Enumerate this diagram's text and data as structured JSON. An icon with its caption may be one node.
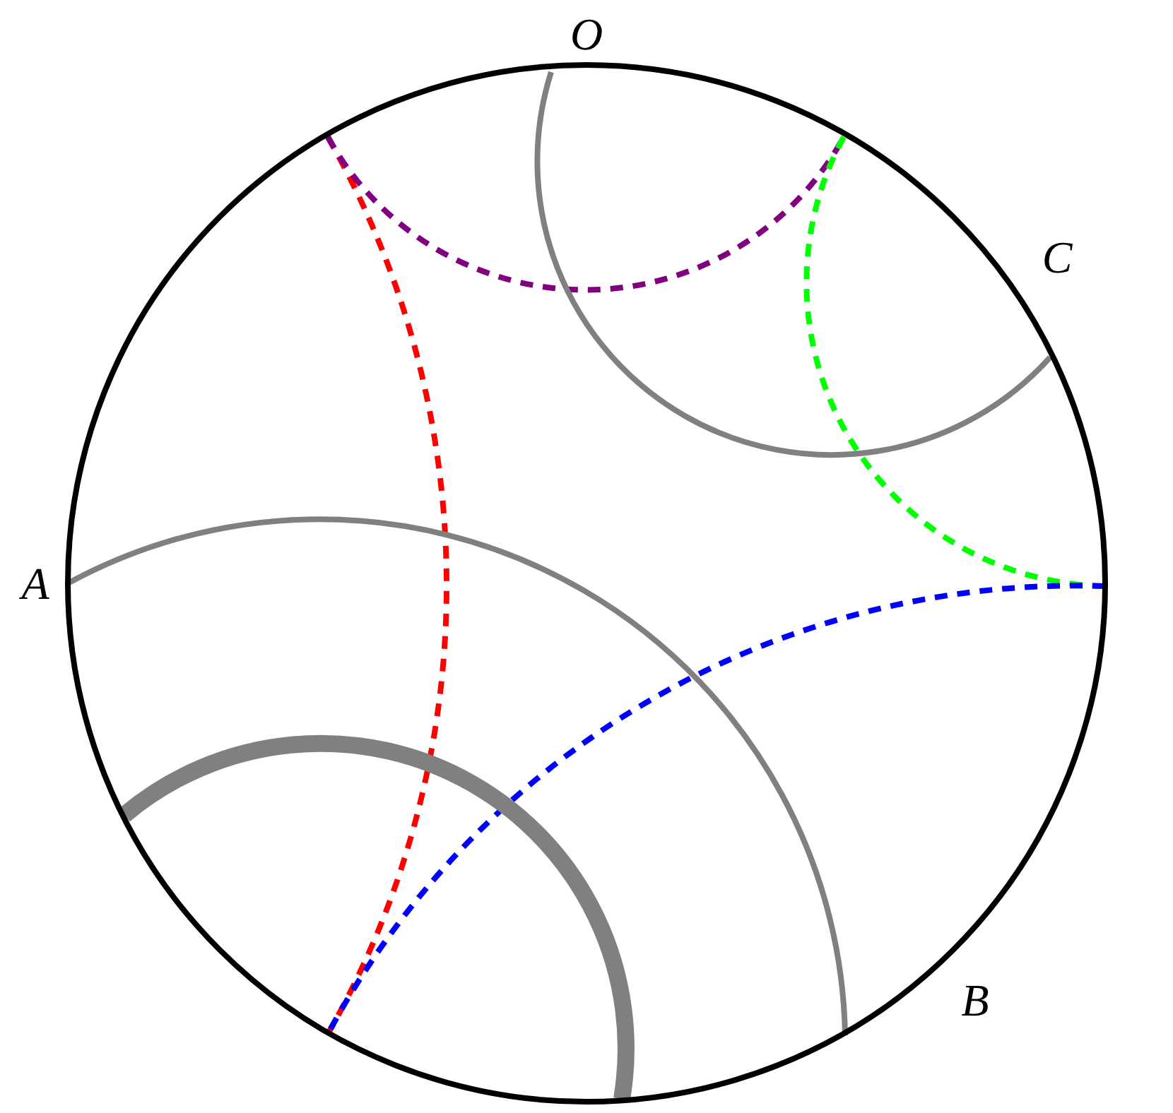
{
  "diagram": {
    "labels": [
      "O",
      "C",
      "A",
      "B"
    ]
  }
}
